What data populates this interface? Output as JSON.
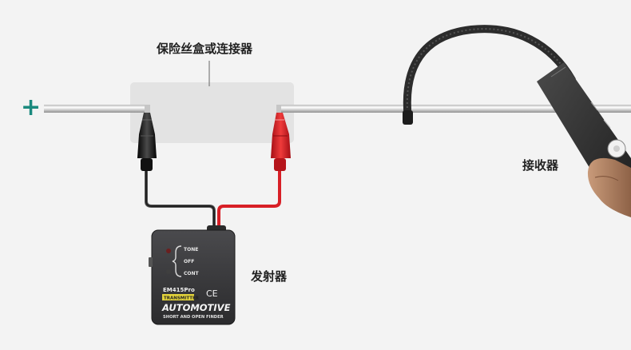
{
  "labels": {
    "positive_sign": "+",
    "fuse_box": "保险丝盒或连接器",
    "receiver": "接收器",
    "transmitter": "发射器"
  },
  "transmitter_device": {
    "switch_options": [
      "TONE",
      "OFF",
      "CONT"
    ],
    "model": "EM415Pro",
    "tag": "TRANSMITTER",
    "ce_mark": "CE",
    "brand": "AUTOMOTIVE",
    "subtitle": "SHORT AND OPEN FINDER"
  },
  "colors": {
    "background": "#f3f3f3",
    "accent_plus": "#1b8a7e",
    "red_lead": "#d81f26",
    "black_lead": "#1a1a1a",
    "device_body": "#3a3a3c",
    "tag_yellow": "#e3d33a",
    "fuse_box_fill": "#e3e3e3"
  }
}
